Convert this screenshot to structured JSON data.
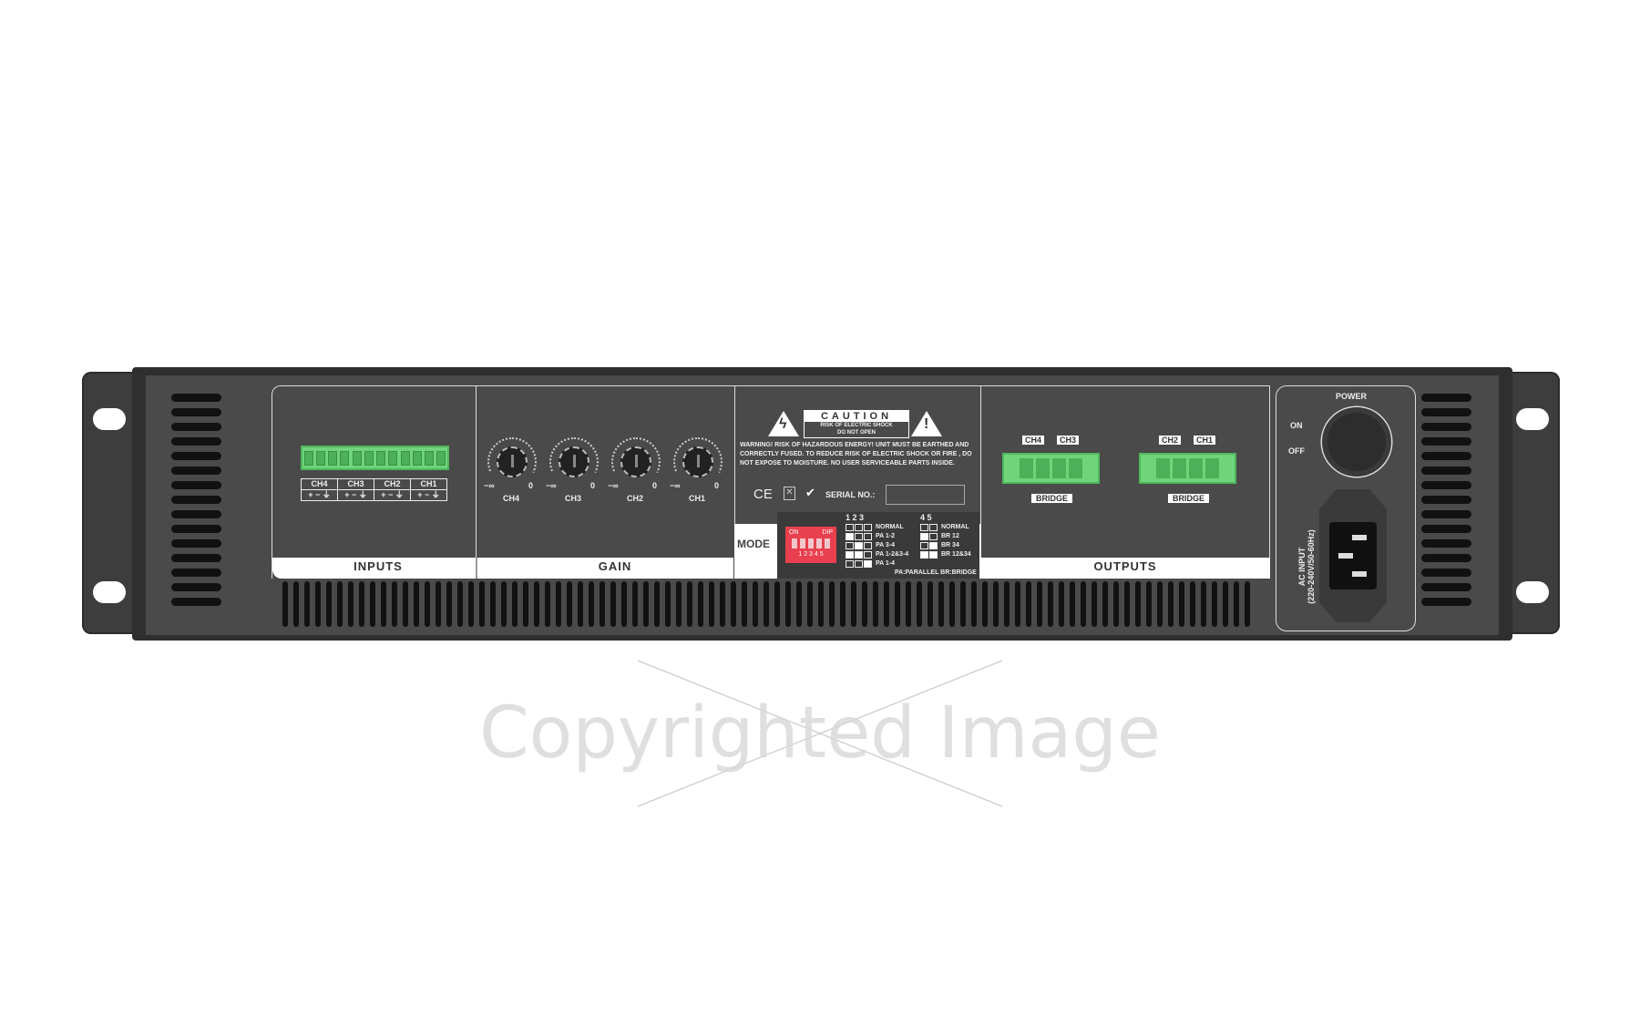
{
  "device": {
    "inputs_label": "INPUTS",
    "gain_label": "GAIN",
    "outputs_label": "OUTPUTS",
    "input_channels": [
      {
        "name": "CH4",
        "pins": "+ − ⏚"
      },
      {
        "name": "CH3",
        "pins": "+ − ⏚"
      },
      {
        "name": "CH2",
        "pins": "+ − ⏚"
      },
      {
        "name": "CH1",
        "pins": "+ − ⏚"
      }
    ],
    "gain_knobs": [
      {
        "name": "CH4",
        "min": "−∞",
        "max": "0"
      },
      {
        "name": "CH3",
        "min": "−∞",
        "max": "0"
      },
      {
        "name": "CH2",
        "min": "−∞",
        "max": "0"
      },
      {
        "name": "CH1",
        "min": "−∞",
        "max": "0"
      }
    ],
    "caution": {
      "title": "CAUTION",
      "line1": "RISK OF ELECTRIC SHOCK",
      "line2": "DO NOT OPEN",
      "warning": "WARNING! RISK OF HAZARDOUS ENERGY! UNIT MUST BE EARTHED AND CORRECTLY FUSED. TO REDUCE RISK OF ELECTRIC SHOCK OR FIRE , DO NOT EXPOSE TO MOISTURE. NO USER SERVICEABLE PARTS INSIDE.",
      "ce_mark": "CE",
      "serial_label": "SERIAL NO.:"
    },
    "mode": {
      "label": "MODE",
      "dip_on": "ON",
      "dip_title": "DIP",
      "dip_numbers": "1 2 3 4 5",
      "left_header": "1 2 3",
      "left_rows": [
        "NORMAL",
        "PA 1-2",
        "PA 3-4",
        "PA 1-2&3-4",
        "PA 1-4"
      ],
      "right_header": "4 5",
      "right_rows": [
        "NORMAL",
        "BR 12",
        "BR 34",
        "BR 12&34"
      ],
      "footnote": "PA:PARALLEL  BR:BRIDGE"
    },
    "outputs": [
      {
        "left": "CH4",
        "right": "CH3",
        "bridge": "BRIDGE"
      },
      {
        "left": "CH2",
        "right": "CH1",
        "bridge": "BRIDGE"
      }
    ],
    "power": {
      "label": "POWER",
      "on": "ON",
      "off": "OFF",
      "ac_input": "AC INPUT",
      "ac_spec": "(220-240V/50-60Hz)"
    }
  },
  "watermark": "Copyrighted Image",
  "colors": {
    "panel": "#4a4a4a",
    "terminal": "#6fd47a",
    "dip": "#e8404e"
  }
}
